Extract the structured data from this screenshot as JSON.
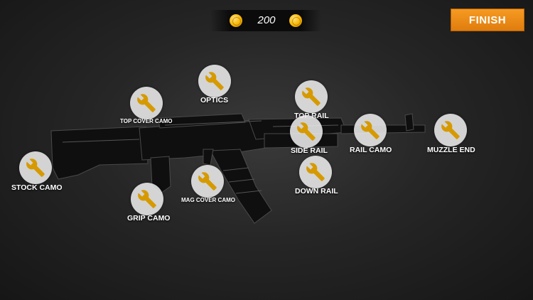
{
  "coins": {
    "amount": "200"
  },
  "finish_button": {
    "label": "FINISH"
  },
  "colors": {
    "accent": "#f0891a",
    "coin": "#f7b500",
    "icon_bg": "#ececec",
    "icon": "#d69a00"
  },
  "parts": [
    {
      "id": "optics",
      "label": "OPTICS",
      "icon": "wrench-icon"
    },
    {
      "id": "top-cover-camo",
      "label": "TOP COVER CAMO",
      "icon": "wrench-icon"
    },
    {
      "id": "top-rail",
      "label": "TOP RAIL",
      "icon": "wrench-icon"
    },
    {
      "id": "side-rail",
      "label": "SIDE RAIL",
      "icon": "wrench-icon"
    },
    {
      "id": "rail-camo",
      "label": "RAIL CAMO",
      "icon": "wrench-icon"
    },
    {
      "id": "muzzle-end",
      "label": "MUZZLE END",
      "icon": "wrench-icon"
    },
    {
      "id": "stock-camo",
      "label": "STOCK CAMO",
      "icon": "wrench-icon"
    },
    {
      "id": "mag-cover-camo",
      "label": "MAG COVER CAMO",
      "icon": "wrench-icon"
    },
    {
      "id": "down-rail",
      "label": "DOWN RAIL",
      "icon": "wrench-icon"
    },
    {
      "id": "grip-camo",
      "label": "GRIP CAMO",
      "icon": "wrench-icon"
    }
  ]
}
